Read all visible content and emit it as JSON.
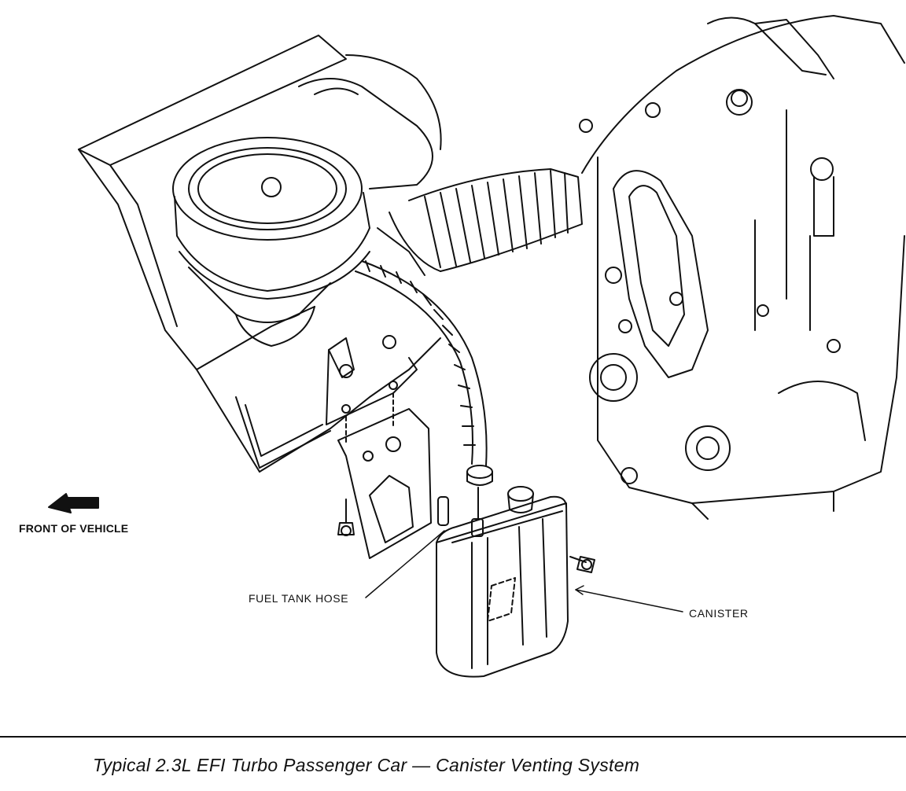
{
  "labels": {
    "front_of_vehicle": "FRONT OF VEHICLE",
    "fuel_tank_hose": "FUEL TANK HOSE",
    "canister": "CANISTER"
  },
  "caption": "Typical 2.3L EFI Turbo Passenger Car — Canister Venting System",
  "colors": {
    "ink": "#111111",
    "paper": "#ffffff"
  }
}
